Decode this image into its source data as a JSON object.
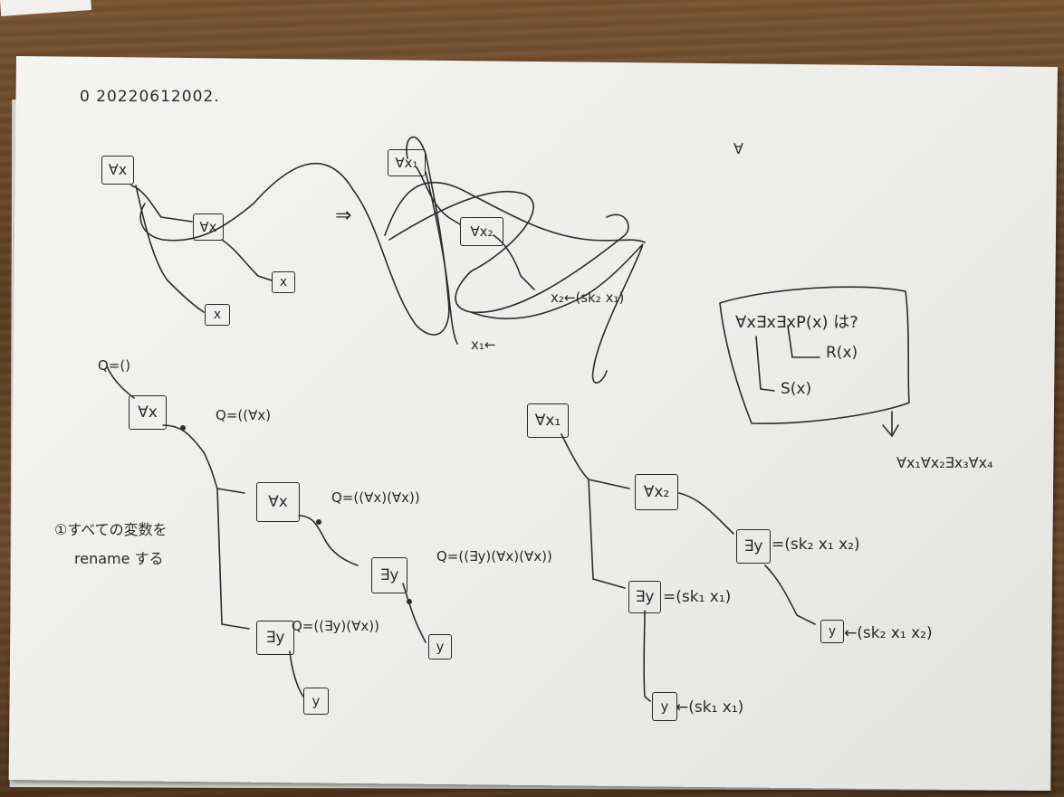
{
  "header_id": "0 20220612002.",
  "top_left": {
    "n1": "∀x",
    "n2": "∀x",
    "n3": "x",
    "n4": "x"
  },
  "arrow_mark": "⇒",
  "top_mid": {
    "n1": "∀x₁",
    "n2": "∀x₂",
    "l1": "x₂←(sk₂ x₁)",
    "l2": "x₁←"
  },
  "top_right": {
    "forall": "∀",
    "formula": "∀x∃x∃xP(x) は?",
    "r": "R(x)",
    "s": "S(x)",
    "result": "∀x₁∀x₂∃x₃∀x₄"
  },
  "bottom_left": {
    "q0": "Q=()",
    "q1": "Q=((∀x)",
    "q2": "Q=((∀x)(∀x))",
    "q3": "Q=((∃y)(∀x)(∀x))",
    "q4": "Q=((∃y)(∀x))",
    "n1": "∀x",
    "n2": "∀x",
    "n3": "∃y",
    "n4": "y",
    "n5": "∃y",
    "n6": "y",
    "note1": "①すべての変数を",
    "note2": "rename する"
  },
  "bottom_right": {
    "n1": "∀x₁",
    "n2": "∀x₂",
    "n3": "∃y",
    "l3": "=(sk₂ x₁ x₂)",
    "n4": "y",
    "l4": "←(sk₂ x₁ x₂)",
    "n5": "∃y",
    "l5": "=(sk₁ x₁)",
    "n6": "y",
    "l6": "←(sk₁ x₁)"
  }
}
